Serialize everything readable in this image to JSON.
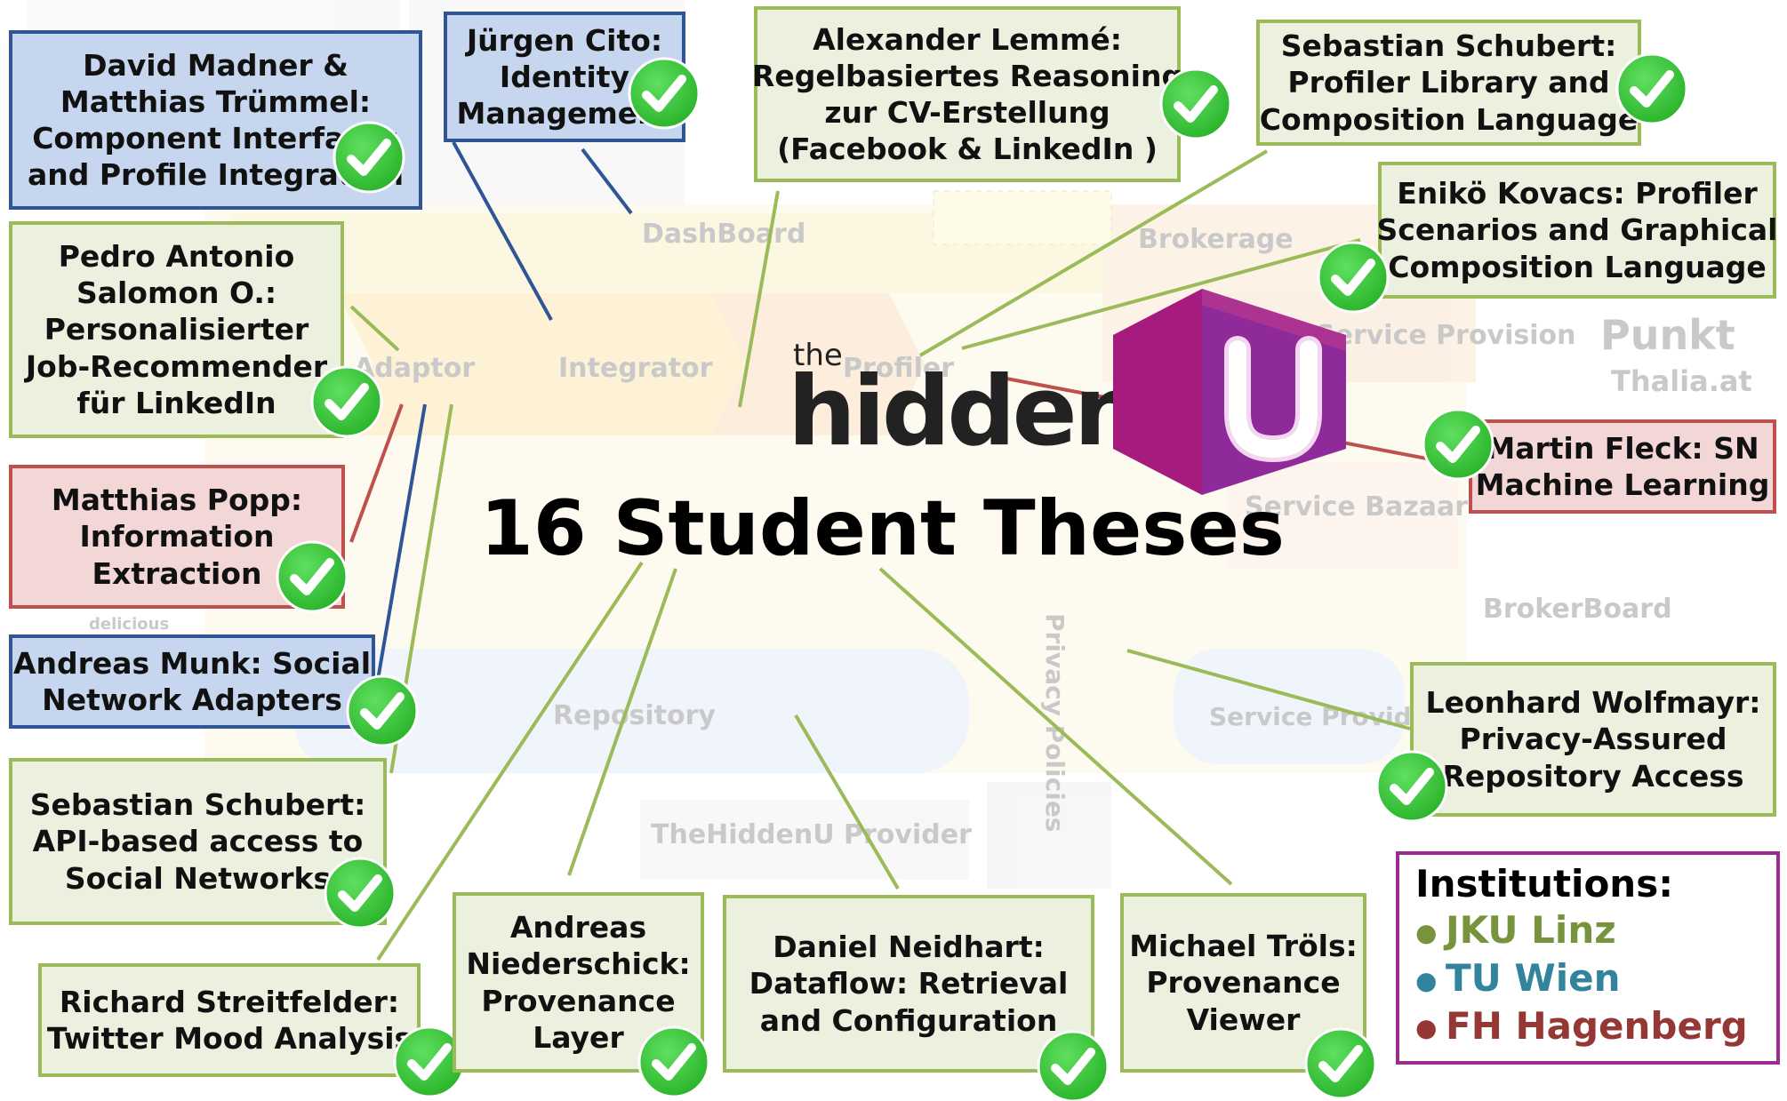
{
  "title": "16 Student Theses",
  "logo": {
    "the": "the",
    "hidden": "hidden",
    "letter": "U",
    "colors": {
      "cube_left": "#a61c7e",
      "cube_right": "#8e2a9a",
      "cube_top": "#c23b8f"
    }
  },
  "institutions": {
    "heading": "Institutions:",
    "items": [
      {
        "name": "JKU Linz",
        "color": "#77933c"
      },
      {
        "name": "TU Wien",
        "color": "#31849b"
      },
      {
        "name": "FH Hagenberg",
        "color": "#953735"
      }
    ]
  },
  "colors": {
    "green_border": "#9bbb59",
    "green_fill": "#ebf1de",
    "blue_border": "#2f5597",
    "blue_fill": "#c6d6ee",
    "red_border": "#c0504d",
    "red_fill": "#f3d6d6",
    "check": "#2db52d"
  },
  "background_labels": [
    "DashBoard",
    "Brokerage",
    "Adaptor",
    "Integrator",
    "Profiler",
    "Repository",
    "Service Bazaar",
    "Service Provision",
    "BrokerBoard",
    "Privacy Policies",
    "Service Provider Directory",
    "TheHiddenU Provider",
    "Punkt",
    "Thalia.at",
    "delicious"
  ],
  "theses": [
    {
      "id": "madner",
      "lines": [
        "David Madner &",
        "Matthias Trümmel:",
        "Component Interfaces",
        "and Profile Integration"
      ],
      "institution": "TU Wien",
      "status": "completed"
    },
    {
      "id": "cito",
      "lines": [
        "Jürgen Cito:",
        "Identity",
        "Management"
      ],
      "institution": "TU Wien",
      "status": "completed"
    },
    {
      "id": "lemme",
      "lines": [
        "Alexander Lemmé:",
        "Regelbasiertes Reasoning",
        "zur CV-Erstellung",
        "(Facebook & LinkedIn )"
      ],
      "institution": "JKU Linz",
      "status": "completed"
    },
    {
      "id": "schubert1",
      "lines": [
        "Sebastian Schubert:",
        "Profiler Library and",
        "Composition Language"
      ],
      "institution": "JKU Linz",
      "status": "completed"
    },
    {
      "id": "kovacs",
      "lines": [
        "Enikö Kovacs: Profiler",
        "Scenarios and Graphical",
        "Composition Language"
      ],
      "institution": "JKU Linz",
      "status": "completed"
    },
    {
      "id": "salomon",
      "lines": [
        "Pedro Antonio",
        "Salomon O.:",
        "Personalisierter",
        "Job-Recommender",
        "für LinkedIn"
      ],
      "institution": "JKU Linz",
      "status": "completed"
    },
    {
      "id": "fleck",
      "lines": [
        "Martin Fleck: SN",
        "Machine Learning"
      ],
      "institution": "FH Hagenberg",
      "status": "completed"
    },
    {
      "id": "popp",
      "lines": [
        "Matthias Popp:",
        "Information",
        "Extraction"
      ],
      "institution": "FH Hagenberg",
      "status": "completed"
    },
    {
      "id": "munk",
      "lines": [
        "Andreas Munk: Social",
        "Network Adapters"
      ],
      "institution": "TU Wien",
      "status": "completed"
    },
    {
      "id": "schubert2",
      "lines": [
        "Sebastian Schubert:",
        "API-based access to",
        "Social Networks"
      ],
      "institution": "JKU Linz",
      "status": "completed"
    },
    {
      "id": "wolfmayr",
      "lines": [
        "Leonhard Wolfmayr:",
        "Privacy-Assured",
        "Repository Access"
      ],
      "institution": "JKU Linz",
      "status": "completed"
    },
    {
      "id": "streitfelder",
      "lines": [
        "Richard Streitfelder:",
        "Twitter Mood Analysis"
      ],
      "institution": "JKU Linz",
      "status": "completed"
    },
    {
      "id": "niederschick",
      "lines": [
        "Andreas",
        "Niederschick:",
        "Provenance",
        "Layer"
      ],
      "institution": "JKU Linz",
      "status": "completed"
    },
    {
      "id": "neidhart",
      "lines": [
        "Daniel Neidhart:",
        "Dataflow: Retrieval",
        "and Configuration"
      ],
      "institution": "JKU Linz",
      "status": "completed"
    },
    {
      "id": "trols",
      "lines": [
        "Michael Tröls:",
        "Provenance",
        "Viewer"
      ],
      "institution": "JKU Linz",
      "status": "completed"
    }
  ]
}
